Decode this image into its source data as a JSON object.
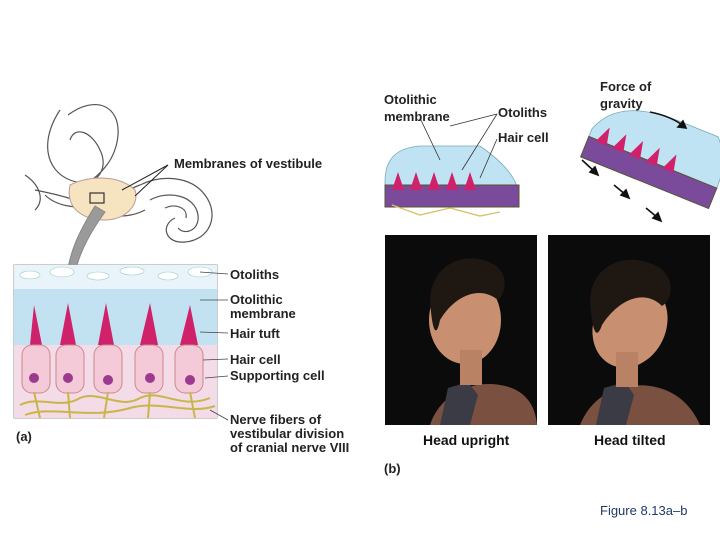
{
  "panel_a": {
    "tag": "(a)",
    "labels": {
      "membranes_of_vestibule": "Membranes of vestibule",
      "otoliths": "Otoliths",
      "otolithic_membrane_1": "Otolithic",
      "otolithic_membrane_2": "membrane",
      "hair_tuft": "Hair tuft",
      "hair_cell": "Hair cell",
      "supporting_cell": "Supporting cell",
      "nerve_1": "Nerve fibers of",
      "nerve_2": "vestibular division",
      "nerve_3": "of cranial nerve VIII"
    }
  },
  "panel_b": {
    "tag": "(b)",
    "labels": {
      "otolithic_1": "Otolithic",
      "otolithic_2": "membrane",
      "otoliths": "Otoliths",
      "hair_cell": "Hair cell",
      "force_1": "Force of",
      "force_2": "gravity"
    },
    "photo_left_caption": "Head upright",
    "photo_right_caption": "Head tilted"
  },
  "figure_caption": "Figure 8.13a–b",
  "colors": {
    "hair_tuft": "#d0216b",
    "otolith_blue": "#bfe3f2",
    "cell_pink": "#f4c9d8",
    "nerve_yellow": "#d6c36a",
    "support_purple": "#7a4b9a"
  }
}
